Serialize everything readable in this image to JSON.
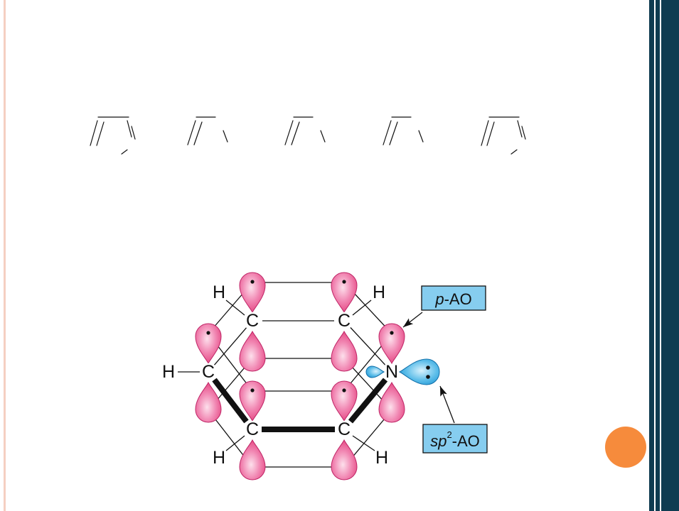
{
  "slide": {
    "colors": {
      "side_bar": "#0f3c51",
      "side_stripe": "#ffffff",
      "accent_circle": "#f68b3c",
      "left_rule": "#f5cfc2"
    }
  },
  "diagram": {
    "atoms": {
      "c_top_left": "C",
      "c_top_right": "C",
      "c_left": "C",
      "n_right": "N",
      "c_bottom_left": "C",
      "c_bottom_right": "C",
      "h_top_left": "H",
      "h_top_right": "H",
      "h_left": "H",
      "h_bottom_left": "H",
      "h_bottom_right": "H"
    },
    "callouts": {
      "p_ao": {
        "italic": "p",
        "text": "-AO"
      },
      "sp2_ao": {
        "italic": "sp",
        "superscript": "2",
        "text": "-AO"
      }
    },
    "colors": {
      "p_orbital": "#e23a78",
      "sp2_orbital": "#1b93d2",
      "callout_fill": "#86cdef",
      "bond": "#111111"
    }
  }
}
